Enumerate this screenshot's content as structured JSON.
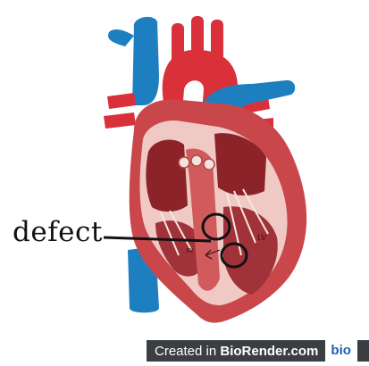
{
  "diagram": {
    "defect_label": "defect",
    "lv_label": "LV",
    "rv_label": "RV"
  },
  "watermark": {
    "prefix": "Created in ",
    "brand": "BioRender.com",
    "logo_text": "bio"
  },
  "colors": {
    "artery_red": "#d9303a",
    "vein_blue": "#1e7fc0",
    "myocardium": "#c9474a",
    "chamber_dark": "#8c2328",
    "inner_light": "#f0c9c4",
    "watermark_bg": "#3b3f44"
  }
}
